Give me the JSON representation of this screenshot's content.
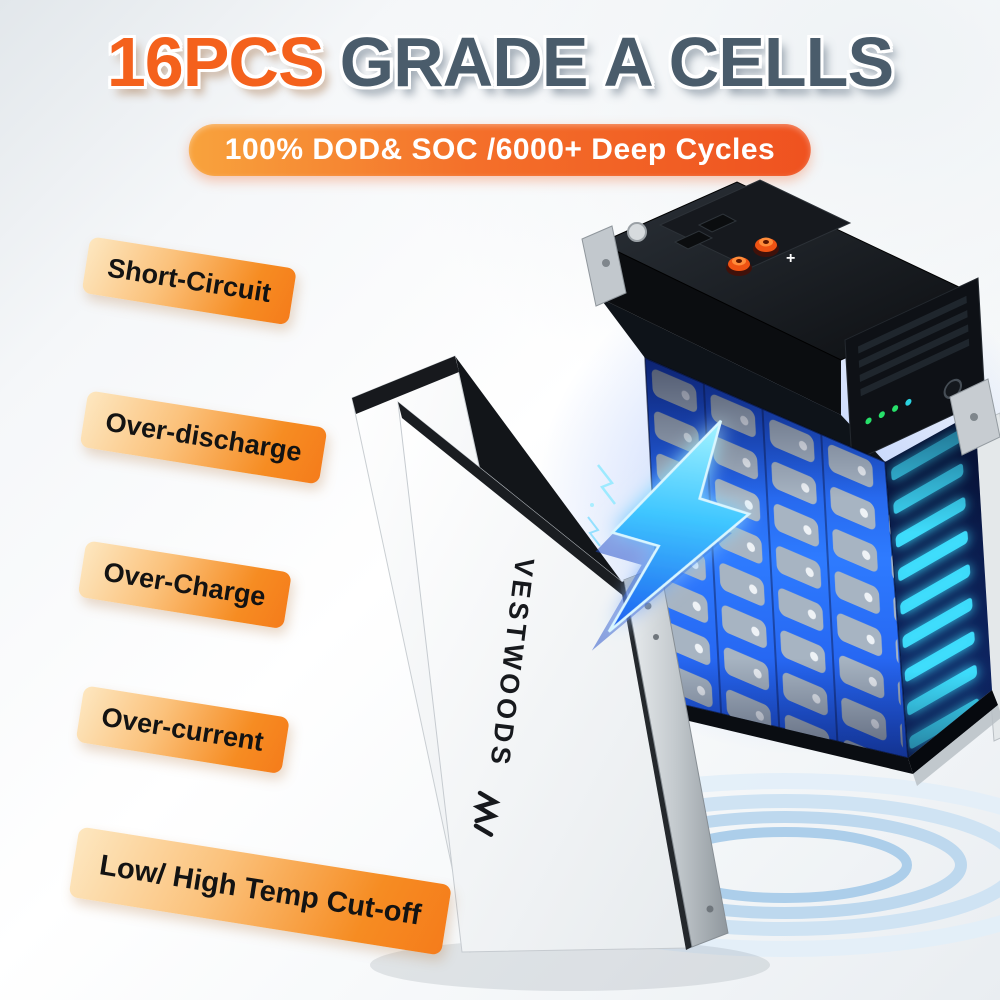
{
  "headline": {
    "highlight": "16PCS",
    "rest": "GRADE A CELLS"
  },
  "subtitle": "100% DOD& SOC /6000+ Deep Cycles",
  "features": [
    "Short-Circuit",
    "Over-discharge",
    "Over-Charge",
    "Over-current",
    "Low/ High Temp Cut-off"
  ],
  "product": {
    "brand": "VESTWOODS",
    "terminal_plus": "+"
  },
  "icons": {
    "lightning_bolt": "⚡"
  },
  "colors": {
    "accent_orange": "#F4611C",
    "banner_light": "#FDE7C0",
    "banner_deep": "#F57C1B",
    "headline_slate": "#4A5C6B",
    "cell_glow_blue": "#2E7BFF",
    "cyan_glow": "#3FE0FF",
    "led_green": "#27E06A",
    "ring_blue": "#BDD8EE"
  }
}
